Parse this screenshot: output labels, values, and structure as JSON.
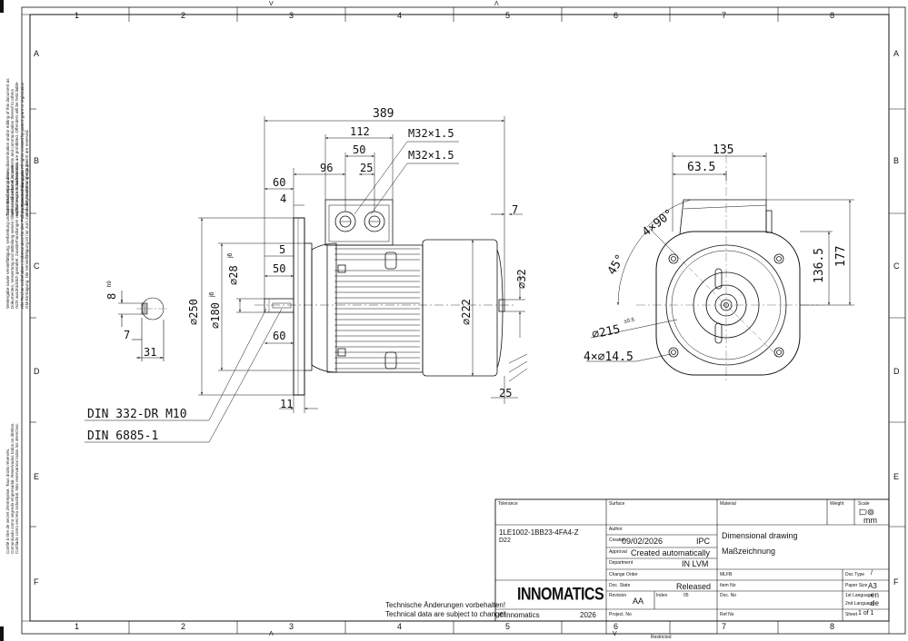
{
  "border": {
    "columns": [
      "1",
      "2",
      "3",
      "4",
      "5",
      "6",
      "7",
      "8"
    ],
    "rows": [
      "A",
      "B",
      "C",
      "D",
      "E",
      "F"
    ],
    "top_marks": [
      "V",
      "Λ"
    ],
    "bottom_marks": [
      "Λ",
      "V"
    ]
  },
  "dimensions": {
    "overall_length": "389",
    "terminal_box_width": "112",
    "gland_spacing": "50",
    "gland_offset": "96",
    "gland_small": "25",
    "gland_1": "M32×1.5",
    "gland_2": "M32×1.5",
    "shaft_length": "60",
    "flange_thickness": "4",
    "right_small": "7",
    "key_dim_1": "5",
    "key_dim_2": "50",
    "shaft_dia": "⌀28",
    "shaft_tol": "j6",
    "flange_dia": "⌀250",
    "spigot_dia": "⌀180",
    "spigot_tol": "j6",
    "bottom_60": "60",
    "flange_11": "11",
    "frame_dia": "⌀222",
    "rear_shaft": "⌀32",
    "rear_25": "25",
    "key_width": "8",
    "key_tol": "h9",
    "key_7": "7",
    "key_31": "31",
    "front_135": "135",
    "front_63_5": "63.5",
    "front_136_5": "136.5",
    "front_177": "177",
    "angle_45": "45°",
    "angle_4x90": "4×90°",
    "pcd": "⌀215",
    "pcd_tol": "±0.5",
    "holes": "4×⌀14.5"
  },
  "callouts": {
    "din1": "DIN 332-DR M10",
    "din2": "DIN 6885-1"
  },
  "notes": {
    "change_de": "Technische Änderungen vorbehalten!",
    "change_en": "Technical data are subject to change!"
  },
  "side_text": {
    "block1": [
      "Weitergabe sowie Vervielfältigung, Verbreitung und/oder Bearbeitung dieses",
      "Dokumentes, Verwertung und Mitteilung seines Inhaltes sind verboten, soweit",
      "nicht ausdrücklich gestattet. Zuwiderhandlungen verpflichten zu Schadenersatz.",
      "Alle Rechte vorbehalten, insbesondere für den Fall der Patenterteilung oder",
      "GM-Eintragung. Die Vervielfältigung ist nur zum Zweck der Bearbeitung erlaubt."
    ],
    "block2": [
      "Transmittal, reproduction, dissemination and/or editing of this document as",
      "well as utilization of its contents and communication thereof to others",
      "without express authorization are prohibited. Offenders will be held liable",
      "for payment of damages. All rights created by patent grant or registration",
      "of a utility model or design patent are reserved."
    ],
    "block3": [
      "Confié à titre de secret d'entreprise. Tous droits réservés.",
      "Comunicado como segredo empresarial. Reservados todos os direitos.",
      "Confiado como secreto industrial. Nos reservamos todos los derechos."
    ]
  },
  "title_block": {
    "tolerance_label": "Tolerance",
    "surface_label": "Surface",
    "material_label": "Material",
    "weight_label": "Weight",
    "scale_label": "Scale",
    "scale_unit": "mm",
    "part_number": "1LE1002-1BB23-4FA4-Z",
    "part_sub": "D22",
    "author_label": "Author",
    "creation_label": "Creation",
    "creation_date": "09/02/2026",
    "creation_by": "IPC",
    "approval_label": "Approval",
    "approval_value": "Created automatically",
    "department_label": "Department",
    "department_value": "IN LVM",
    "title_en": "Dimensional drawing",
    "title_de": "Maßzeichnung",
    "change_order_label": "Change Order",
    "mlfb_label": "MLFB",
    "doc_type_label": "Doc Type",
    "doc_type_value": "/",
    "doc_state_label": "Doc. State",
    "doc_state_value": "Released",
    "item_no_label": "Item No",
    "paper_size_label": "Paper Size",
    "paper_size_value": "A3",
    "revision_label": "Revision",
    "revision_value": "AA",
    "index_label": "Index",
    "index_value": "05",
    "doc_no_label": "Doc. No",
    "lang1_label": "1st Language",
    "lang1_value": "en",
    "lang2_label": "2nd Language",
    "lang2_value": "de",
    "copyright": "©Innomatics",
    "year": "2026",
    "project_label": "Project. No",
    "ref_label": "Ref No",
    "sheet_label": "Sheet",
    "sheet_value": "1 of 1",
    "logo": "INNOMATICS",
    "restricted": "Restricted"
  },
  "colors": {
    "line": "#111111",
    "frame_fill": "#ffffff"
  }
}
